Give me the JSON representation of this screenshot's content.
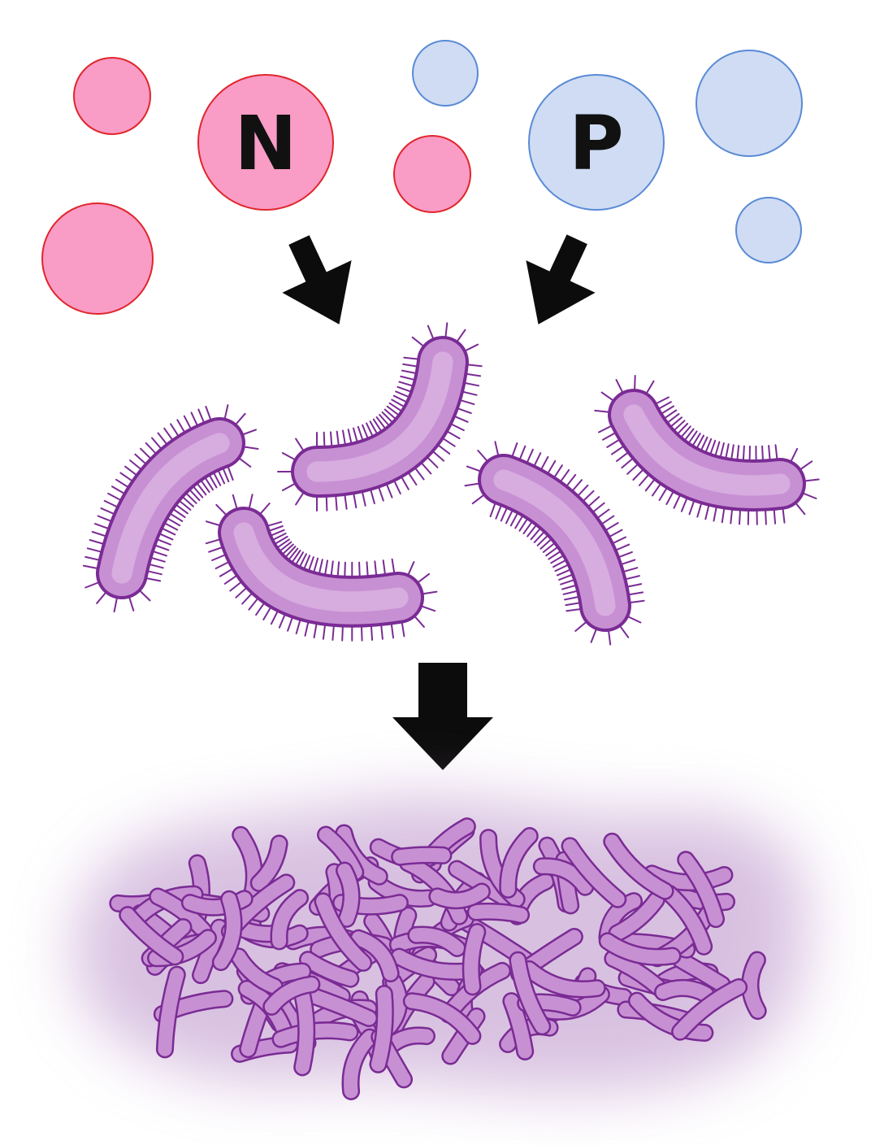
{
  "nutrients": [
    {
      "id": "nitrogen",
      "label": "N"
    },
    {
      "id": "phosphorus",
      "label": "P"
    }
  ],
  "colors": {
    "nitrogen_fill": "#f99cc6",
    "nitrogen_stroke": "#e0262b",
    "phosphorus_fill": "#cfdcf3",
    "phosphorus_stroke": "#5a8ad6",
    "bacteria_fill": "#c790d3",
    "bacteria_highlight": "#dbb3e2",
    "bacteria_stroke": "#7a2b94",
    "arrow": "#0c0c0c",
    "bloom_haze": "#b98fc8"
  },
  "icons": [
    "down-arrow-icon",
    "bacterium-icon"
  ]
}
